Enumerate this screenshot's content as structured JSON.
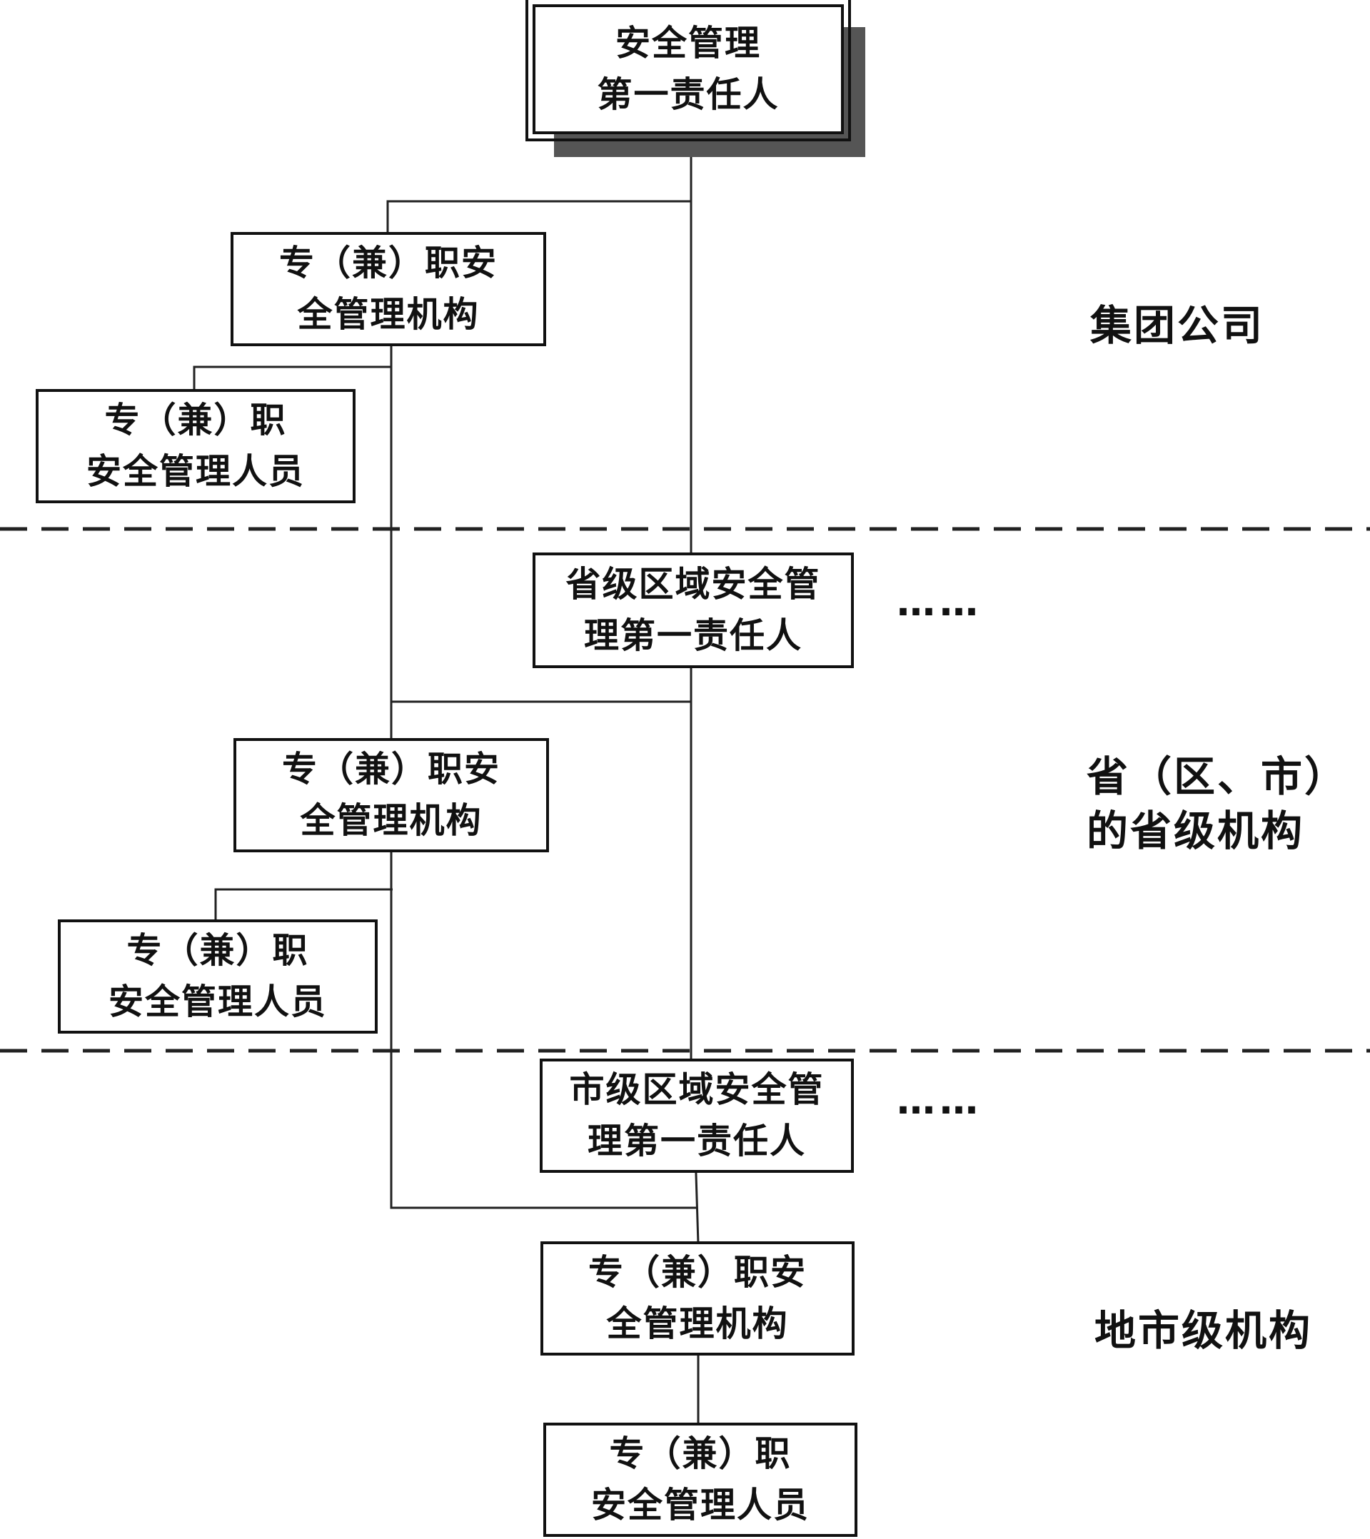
{
  "nodes": {
    "top_responsible": {
      "line1": "安全管理",
      "line2": "第一责任人"
    },
    "group_office": {
      "line1": "专（兼）职安",
      "line2": "全管理机构"
    },
    "group_staff": {
      "line1": "专（兼）职",
      "line2": "安全管理人员"
    },
    "provincial_responsible": {
      "line1": "省级区域安全管",
      "line2": "理第一责任人"
    },
    "provincial_office": {
      "line1": "专（兼）职安",
      "line2": "全管理机构"
    },
    "provincial_staff": {
      "line1": "专（兼）职",
      "line2": "安全管理人员"
    },
    "city_responsible": {
      "line1": "市级区域安全管",
      "line2": "理第一责任人"
    },
    "city_office": {
      "line1": "专（兼）职安",
      "line2": "全管理机构"
    },
    "city_staff": {
      "line1": "专（兼）职",
      "line2": "安全管理人员"
    }
  },
  "levels": {
    "group": {
      "line1": "集团公司"
    },
    "provincial": {
      "line1": "省（区、市）",
      "line2": "的省级机构"
    },
    "city": {
      "line1": "地市级机构"
    }
  },
  "ellipses": {
    "provincial": "……",
    "city": "……"
  }
}
